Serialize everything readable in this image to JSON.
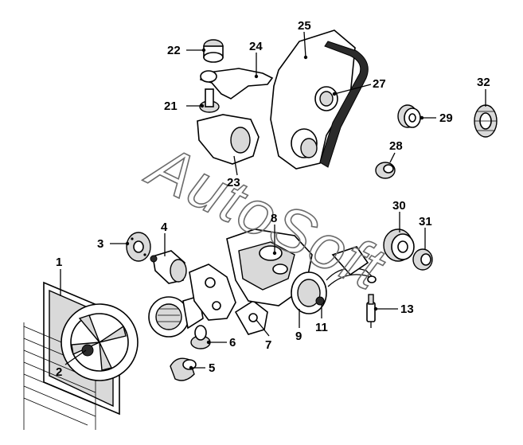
{
  "watermark": "AutoSoft",
  "callouts": [
    {
      "id": "1",
      "label": "1"
    },
    {
      "id": "2",
      "label": "2"
    },
    {
      "id": "3",
      "label": "3"
    },
    {
      "id": "4",
      "label": "4"
    },
    {
      "id": "5",
      "label": "5"
    },
    {
      "id": "6",
      "label": "6"
    },
    {
      "id": "7",
      "label": "7"
    },
    {
      "id": "8",
      "label": "8"
    },
    {
      "id": "9",
      "label": "9"
    },
    {
      "id": "11",
      "label": "11"
    },
    {
      "id": "13",
      "label": "13"
    },
    {
      "id": "21",
      "label": "21"
    },
    {
      "id": "22",
      "label": "22"
    },
    {
      "id": "23",
      "label": "23"
    },
    {
      "id": "24",
      "label": "24"
    },
    {
      "id": "25",
      "label": "25"
    },
    {
      "id": "27",
      "label": "27"
    },
    {
      "id": "28",
      "label": "28"
    },
    {
      "id": "29",
      "label": "29"
    },
    {
      "id": "30",
      "label": "30"
    },
    {
      "id": "31",
      "label": "31"
    },
    {
      "id": "32",
      "label": "32"
    }
  ]
}
